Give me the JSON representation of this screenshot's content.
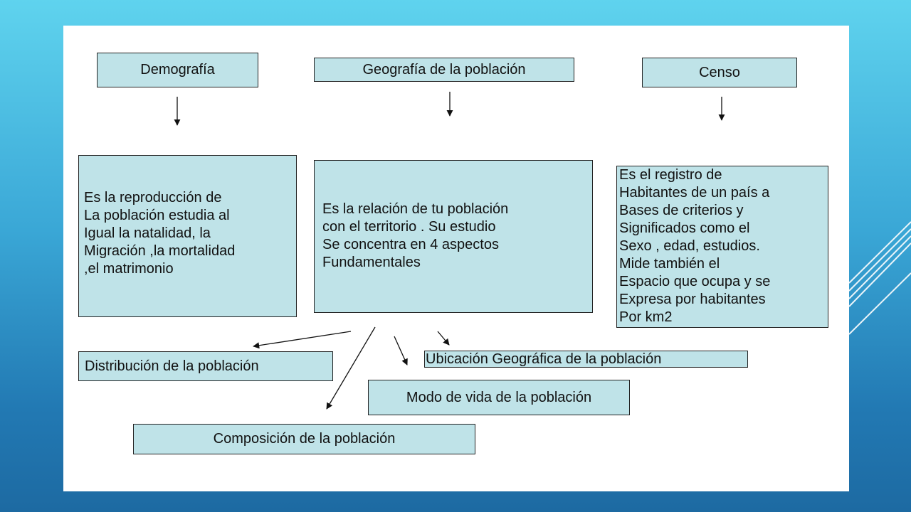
{
  "colors": {
    "box_fill": "#bfe3e8",
    "box_border": "#222222",
    "slide_background": "#ffffff",
    "frame_gradient_top": "#5fd3ee",
    "frame_gradient_bottom": "#1d6aa2"
  },
  "nodes": {
    "demografia": {
      "label": "Demografía"
    },
    "geografia": {
      "label": "Geografía de la población"
    },
    "censo": {
      "label": "Censo"
    },
    "demografia_def": {
      "text": "Es la reproducción de\nLa población estudia al\nIgual la natalidad, la\nMigración ,la mortalidad\n,el matrimonio"
    },
    "geografia_def": {
      "text": "Es la relación de tu población\ncon el territorio . Su estudio\nSe concentra en 4 aspectos\nFundamentales"
    },
    "censo_def": {
      "text": "Es el registro de\nHabitantes de un país a\nBases de criterios y\nSignificados como el\nSexo , edad, estudios.\nMide también el\nEspacio que ocupa y se\nExpresa por habitantes\nPor km2"
    },
    "distribucion": {
      "label": "Distribución de la población"
    },
    "ubicacion": {
      "label": "Ubicación Geográfica de la población"
    },
    "modo_vida": {
      "label": "Modo de vida de la población"
    },
    "composicion": {
      "label": "Composición de la población"
    }
  },
  "edges": [
    {
      "from": "demografia",
      "to": "demografia_def"
    },
    {
      "from": "geografia",
      "to": "geografia_def"
    },
    {
      "from": "censo",
      "to": "censo_def"
    },
    {
      "from": "geografia_def",
      "to": "distribucion"
    },
    {
      "from": "geografia_def",
      "to": "composicion"
    },
    {
      "from": "geografia_def",
      "to": "modo_vida"
    },
    {
      "from": "geografia_def",
      "to": "ubicacion"
    }
  ]
}
